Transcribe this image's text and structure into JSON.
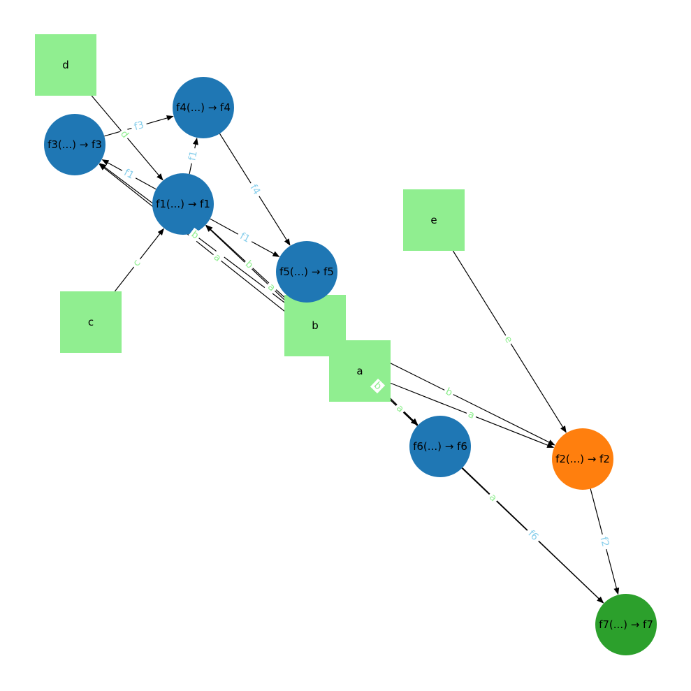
{
  "colors": {
    "function_node": "#1f77b4",
    "f2_node": "#ff7f0e",
    "f7_node": "#2ca02c",
    "input_node": "#90ee90",
    "edge": "#000000",
    "input_edge_label": "#90ee90",
    "function_edge_label": "#87ceeb"
  },
  "nodes": [
    {
      "id": "d",
      "label": "d",
      "kind": "input"
    },
    {
      "id": "c",
      "label": "c",
      "kind": "input"
    },
    {
      "id": "e",
      "label": "e",
      "kind": "input"
    },
    {
      "id": "b",
      "label": "b",
      "kind": "input"
    },
    {
      "id": "a",
      "label": "a",
      "kind": "input"
    },
    {
      "id": "f1",
      "label": "f1(...) → f1",
      "kind": "function"
    },
    {
      "id": "f3",
      "label": "f3(...) → f3",
      "kind": "function"
    },
    {
      "id": "f4",
      "label": "f4(...) → f4",
      "kind": "function"
    },
    {
      "id": "f5",
      "label": "f5(...) → f5",
      "kind": "function"
    },
    {
      "id": "f6",
      "label": "f6(...) → f6",
      "kind": "function"
    },
    {
      "id": "f2",
      "label": "f2(...) → f2",
      "kind": "function_orange"
    },
    {
      "id": "f7",
      "label": "f7(...) → f7",
      "kind": "function_green"
    }
  ],
  "edges": [
    {
      "from": "d",
      "to": "f1",
      "label": "d",
      "label_kind": "input"
    },
    {
      "from": "c",
      "to": "f1",
      "label": "c",
      "label_kind": "input"
    },
    {
      "from": "b",
      "to": "f1",
      "label": "b",
      "label_kind": "input"
    },
    {
      "from": "a",
      "to": "f1",
      "label": "a",
      "label_kind": "input"
    },
    {
      "from": "f1",
      "to": "f3",
      "label": "f1",
      "label_kind": "function"
    },
    {
      "from": "f1",
      "to": "f4",
      "label": "f1",
      "label_kind": "function"
    },
    {
      "from": "f1",
      "to": "f5",
      "label": "f1",
      "label_kind": "function"
    },
    {
      "from": "b",
      "to": "f3",
      "label": "b",
      "label_kind": "input"
    },
    {
      "from": "a",
      "to": "f3",
      "label": "a",
      "label_kind": "input"
    },
    {
      "from": "f3",
      "to": "f4",
      "label": "f3",
      "label_kind": "function"
    },
    {
      "from": "f4",
      "to": "f5",
      "label": "f4",
      "label_kind": "function"
    },
    {
      "from": "b",
      "to": "f6",
      "label": "b",
      "label_kind": "input"
    },
    {
      "from": "a",
      "to": "f6",
      "label": "a",
      "label_kind": "input"
    },
    {
      "from": "b",
      "to": "f2",
      "label": "b",
      "label_kind": "input"
    },
    {
      "from": "a",
      "to": "f2",
      "label": "a",
      "label_kind": "input"
    },
    {
      "from": "e",
      "to": "f2",
      "label": "e",
      "label_kind": "input"
    },
    {
      "from": "a",
      "to": "f7",
      "label": "a",
      "label_kind": "input"
    },
    {
      "from": "f6",
      "to": "f7",
      "label": "f6",
      "label_kind": "function"
    },
    {
      "from": "f2",
      "to": "f7",
      "label": "f2",
      "label_kind": "function"
    }
  ]
}
